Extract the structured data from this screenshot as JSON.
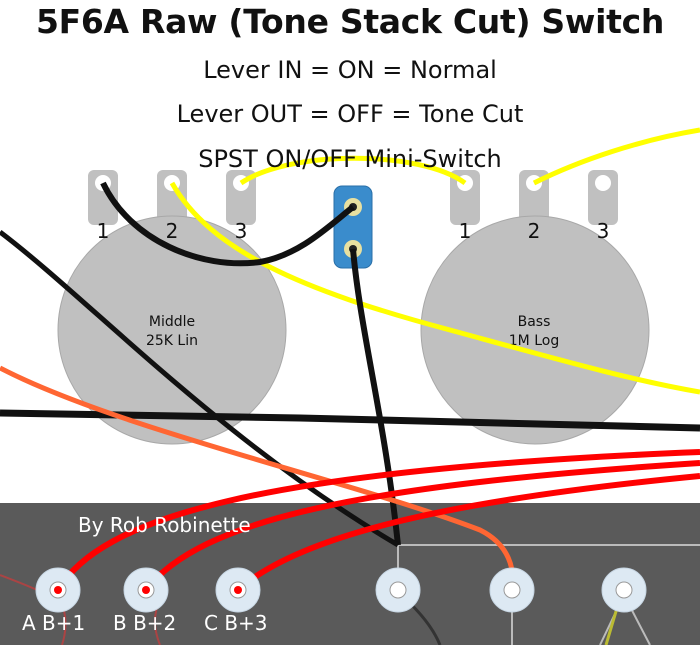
{
  "title": "5F6A Raw (Tone Stack Cut) Switch",
  "lines": [
    "Lever IN = ON = Normal",
    "Lever OUT = OFF = Tone Cut",
    "SPST ON/OFF Mini-Switch"
  ],
  "pots": [
    {
      "name": "Middle",
      "value": "25K Lin",
      "lugs": [
        "1",
        "2",
        "3"
      ]
    },
    {
      "name": "Bass",
      "value": "1M Log",
      "lugs": [
        "1",
        "2",
        "3"
      ]
    }
  ],
  "board": {
    "credit": "By Rob Robinette",
    "terminals": [
      "A B+1",
      "B B+2",
      "C B+3"
    ]
  },
  "colors": {
    "wire_black": "#111111",
    "wire_yellow": "#ffff00",
    "wire_red": "#ff0000",
    "wire_orange": "#ff6633",
    "pot_body": "#c0c0c0",
    "board": "#5a5a5a",
    "switch": "#3a8ccc",
    "eyelet": "#dde9f3"
  }
}
